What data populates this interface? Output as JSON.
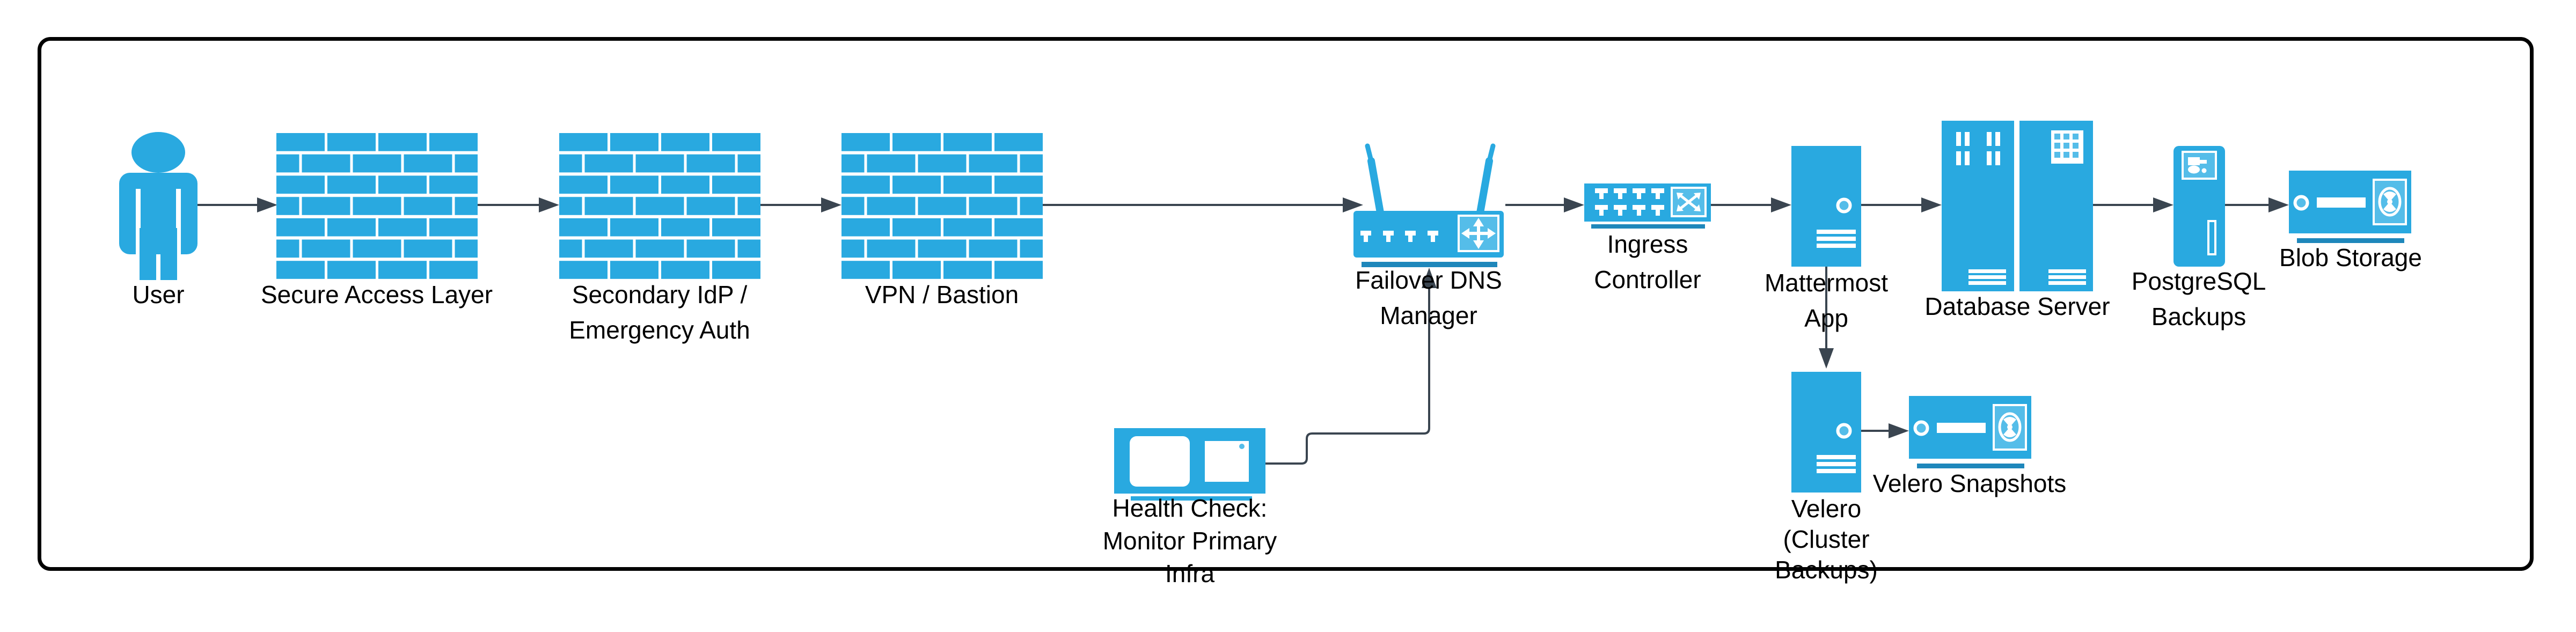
{
  "diagram_type": "infrastructure-flow-diagram",
  "colors": {
    "node": "#29A9E0",
    "accent": "#55BDE9",
    "shadow": "#1E87BB",
    "connector": "#3A4550",
    "border": "#000000",
    "text": "#000000",
    "bg": "#FFFFFF"
  },
  "nodes": {
    "user": {
      "icon": "person",
      "label_lines": [
        "User"
      ]
    },
    "secure_access": {
      "icon": "firewall-brick-wall",
      "label_lines": [
        "Secure Access Layer"
      ]
    },
    "secondary_idp": {
      "icon": "firewall-brick-wall",
      "label_lines": [
        "Secondary IdP /",
        "Emergency Auth"
      ]
    },
    "vpn_bastion": {
      "icon": "firewall-brick-wall",
      "label_lines": [
        "VPN / Bastion"
      ]
    },
    "failover_dns": {
      "icon": "wireless-router",
      "label_lines": [
        "Failover DNS",
        "Manager"
      ]
    },
    "ingress": {
      "icon": "network-switch",
      "label_lines": [
        "Ingress",
        "Controller"
      ]
    },
    "mattermost": {
      "icon": "server-tower",
      "label_lines": [
        "Mattermost",
        "App"
      ]
    },
    "database": {
      "icon": "server-rack-pair",
      "label_lines": [
        "Database Server"
      ]
    },
    "pg_backups": {
      "icon": "backup-tower",
      "label_lines": [
        "PostgreSQL",
        "Backups"
      ]
    },
    "blob": {
      "icon": "storage-unit",
      "label_lines": [
        "Blob Storage"
      ]
    },
    "health_check": {
      "icon": "monitoring-workstation",
      "label_lines": [
        "Health Check:",
        "Monitor Primary",
        "Infra"
      ]
    },
    "velero": {
      "icon": "server-tower",
      "label_lines": [
        "Velero",
        "(Cluster",
        "Backups)"
      ]
    },
    "velero_snapshots": {
      "icon": "storage-unit",
      "label_lines": [
        "Velero Snapshots"
      ]
    }
  },
  "edges": [
    {
      "from": "user",
      "to": "secure_access"
    },
    {
      "from": "secure_access",
      "to": "secondary_idp"
    },
    {
      "from": "secondary_idp",
      "to": "vpn_bastion"
    },
    {
      "from": "vpn_bastion",
      "to": "failover_dns"
    },
    {
      "from": "failover_dns",
      "to": "ingress"
    },
    {
      "from": "ingress",
      "to": "mattermost"
    },
    {
      "from": "mattermost",
      "to": "database"
    },
    {
      "from": "database",
      "to": "pg_backups"
    },
    {
      "from": "pg_backups",
      "to": "blob"
    },
    {
      "from": "mattermost",
      "to": "velero"
    },
    {
      "from": "velero",
      "to": "velero_snapshots"
    },
    {
      "from": "health_check",
      "to": "failover_dns"
    }
  ]
}
